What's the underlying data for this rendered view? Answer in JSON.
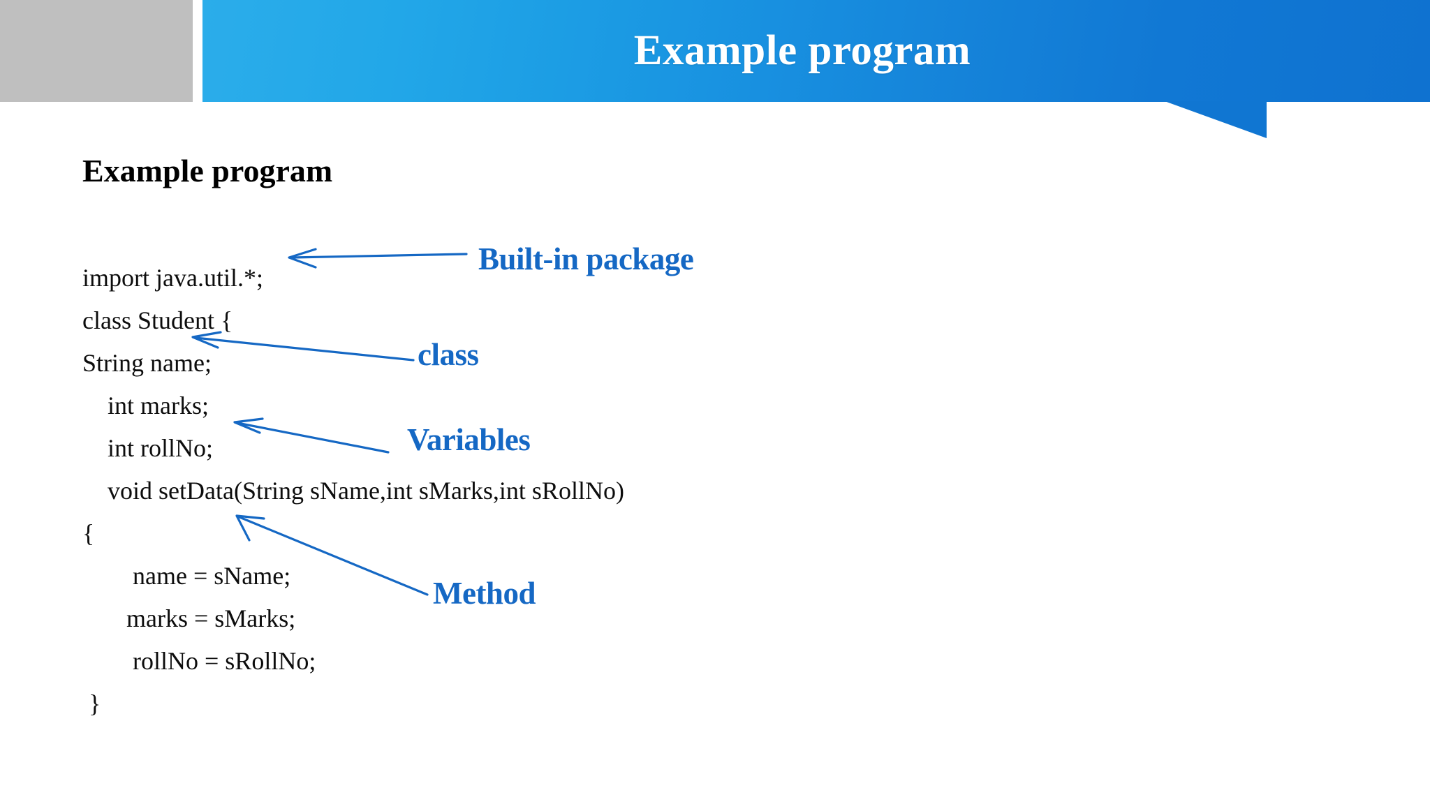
{
  "slide": {
    "title": "Example program",
    "title_color": "#ffffff",
    "banner_color_left": "#2badea",
    "banner_color_right": "#0f72d0",
    "accent_gray": "#bfbfbf"
  },
  "body": {
    "heading": "Example program",
    "code_lines": [
      "import java.util.*;",
      "class Student {",
      "String name;",
      "    int marks;",
      "    int rollNo;",
      "    void setData(String sName,int sMarks,int sRollNo)",
      "{",
      "        name = sName;",
      "       marks = sMarks;",
      "        rollNo = sRollNo;",
      " }"
    ]
  },
  "annotations": {
    "color": "#1568c4",
    "items": [
      {
        "label": "Built-in package",
        "target": "import java.util.*;"
      },
      {
        "label": "class",
        "target": "class Student {"
      },
      {
        "label": "Variables",
        "target": "int marks;"
      },
      {
        "label": "Method",
        "target": "void setData(String sName,int sMarks,int sRollNo)"
      }
    ]
  }
}
